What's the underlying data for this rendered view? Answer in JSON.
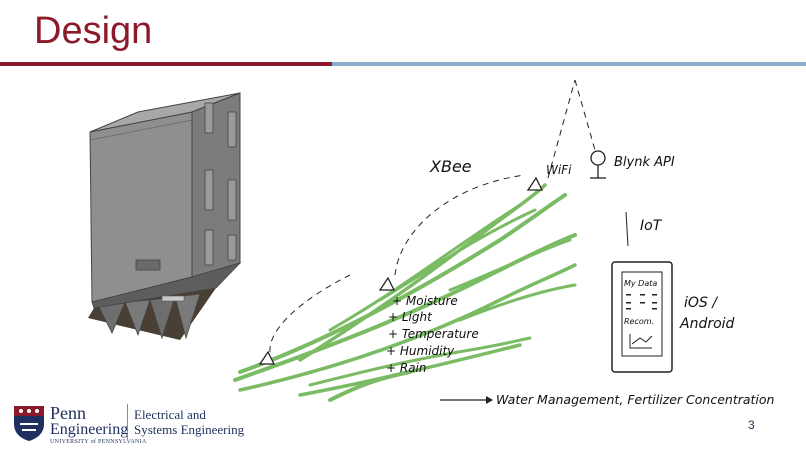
{
  "slide": {
    "title": "Design",
    "page_number": "3"
  },
  "diagram": {
    "labels": {
      "xbee": "XBee",
      "wifi": "WiFi",
      "blynk": "Blynk API",
      "iot": "IoT",
      "platform_line1": "iOS /",
      "platform_line2": "Android",
      "outcome": "Water Management, Fertilizer Concentration"
    },
    "sensors": [
      "+ Moisture",
      "+ Light",
      "+ Temperature",
      "+ Humidity",
      "+ Rain"
    ],
    "phone_screen": {
      "line1": "My Data",
      "line2": "Recom."
    }
  },
  "footer": {
    "logo_word1": "Penn",
    "logo_word2": "Engineering",
    "logo_word3": "UNIVERSITY of PENNSYLVANIA",
    "dept_line1": "Electrical and",
    "dept_line2": "Systems Engineering"
  },
  "colors": {
    "title": "#8b1a2b",
    "accent_blue": "#8aafce",
    "grass": "#63b04a",
    "penn_navy": "#1f2f5f"
  }
}
